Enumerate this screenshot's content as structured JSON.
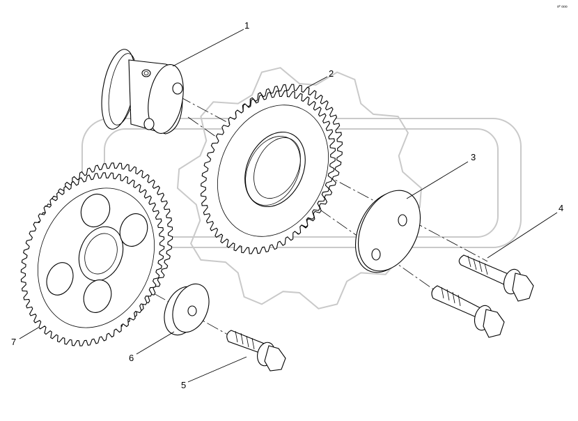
{
  "corner_mark": "oᴾ ooo",
  "callouts": [
    {
      "id": "1",
      "label": "1"
    },
    {
      "id": "2",
      "label": "2"
    },
    {
      "id": "3",
      "label": "3"
    },
    {
      "id": "4",
      "label": "4"
    },
    {
      "id": "5",
      "label": "5"
    },
    {
      "id": "6",
      "label": "6"
    },
    {
      "id": "7",
      "label": "7"
    }
  ],
  "parts": [
    {
      "callout": "1",
      "name": "hub-sleeve-icon"
    },
    {
      "callout": "2",
      "name": "idler-gear-icon"
    },
    {
      "callout": "3",
      "name": "thrust-plate-icon"
    },
    {
      "callout": "4",
      "name": "flange-bolt-icon"
    },
    {
      "callout": "5",
      "name": "flange-bolt-icon"
    },
    {
      "callout": "6",
      "name": "washer-icon"
    },
    {
      "callout": "7",
      "name": "drive-gear-icon"
    }
  ]
}
